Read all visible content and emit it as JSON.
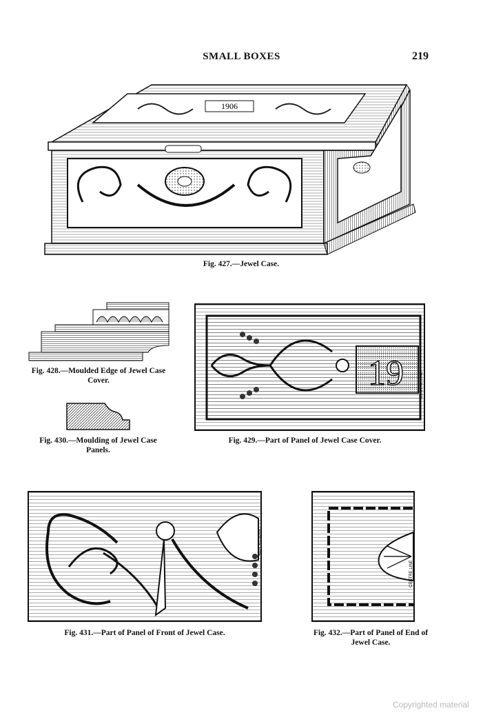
{
  "header": {
    "running_title": "SMALL BOXES",
    "page_number": "219"
  },
  "figures": {
    "fig427": {
      "caption": "Fig. 427.—Jewel Case.",
      "lid_date": "1906"
    },
    "fig428": {
      "caption": "Fig. 428.—Moulded Edge of Jewel Case Cover."
    },
    "fig429": {
      "caption": "Fig. 429.—Part of Panel of Jewel Case Cover.",
      "panel_numerals": "19",
      "centre_line_label": "CENTRE LINE"
    },
    "fig430": {
      "caption": "Fig. 430.—Moulding of Jewel Case Panels."
    },
    "fig431": {
      "caption": "Fig. 431.—Part of Panel of Front of Jewel Case.",
      "centre_line_label": "CENTRE LINE"
    },
    "fig432": {
      "caption": "Fig. 432.—Part of Panel of End of Jewel Case.",
      "centre_line_label": "CENTRE LINE"
    }
  },
  "watermark": "Copyrighted material",
  "colors": {
    "ink": "#111111",
    "paper": "#ffffff",
    "watermark": "#b9b9b9"
  }
}
